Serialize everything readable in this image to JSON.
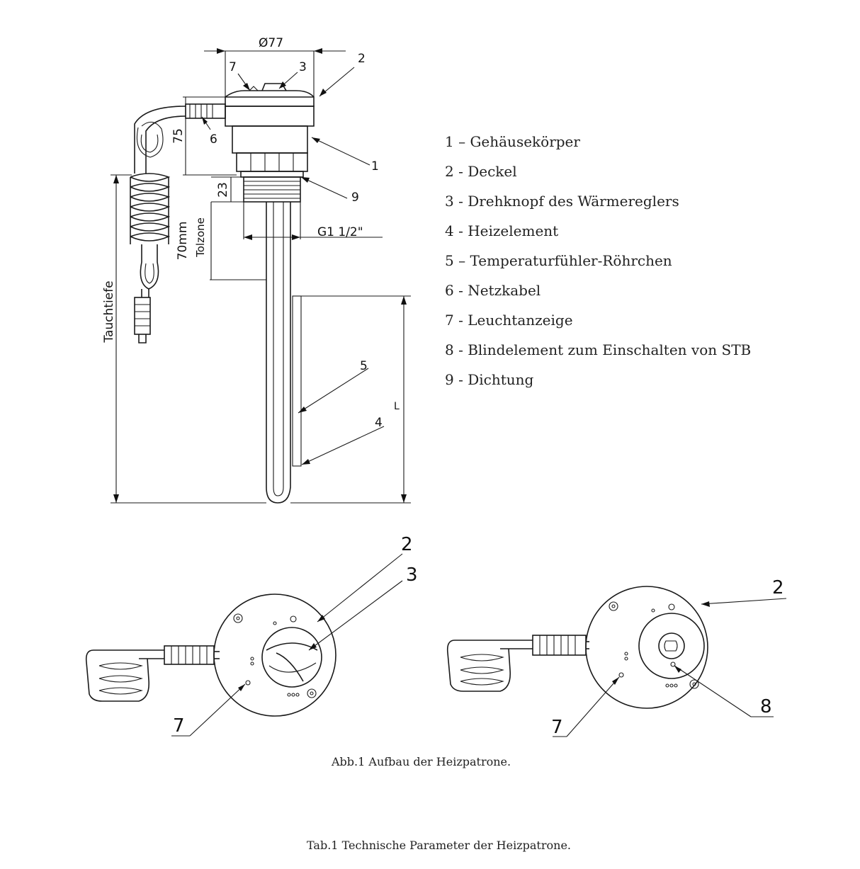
{
  "dimensions": {
    "diameter": "Ø77",
    "thread": "G1 1/2\"",
    "height_75": "75",
    "height_23": "23",
    "cold_zone_value": "70mm",
    "cold_zone_label": "Tolzone",
    "immersion_depth": "Tauchtiefe",
    "length": "L"
  },
  "callouts": [
    "1",
    "2",
    "3",
    "4",
    "5",
    "6",
    "7",
    "8",
    "9"
  ],
  "legend": [
    "1 – Gehäusekörper",
    "2 - Deckel",
    "3 - Drehknopf des Wärmereglers",
    "4 - Heizelement",
    "5 – Temperaturfühler-Röhrchen",
    "6 - Netzkabel",
    "7 - Leuchtanzeige",
    "8 - Blindelement zum Einschalten von STB",
    "9 - Dichtung"
  ],
  "captions": {
    "figure": "Abb.1 Aufbau der Heizpatrone.",
    "table": "Tab.1 Technische Parameter der Heizpatrone."
  }
}
